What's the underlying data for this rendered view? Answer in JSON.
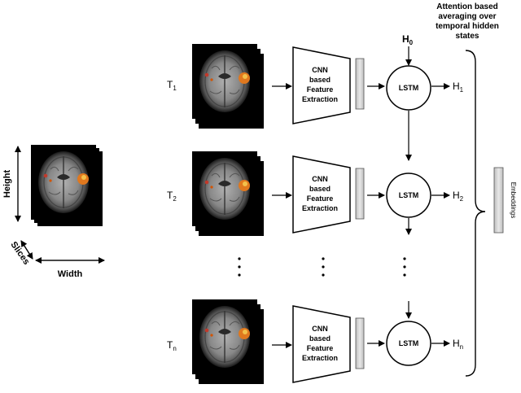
{
  "header": {
    "attention_line1": "Attention based",
    "attention_line2": "averaging over",
    "attention_line3": "temporal hidden",
    "attention_line4": "states"
  },
  "input_volume": {
    "height_label": "Height",
    "width_label": "Width",
    "slices_label": "Slices"
  },
  "initial_hidden": {
    "label": "H",
    "sub": "0"
  },
  "rows": [
    {
      "time_label": "T",
      "time_sub": "1",
      "cnn_l1": "CNN",
      "cnn_l2": "based",
      "cnn_l3": "Feature",
      "cnn_l4": "Extraction",
      "lstm_label": "LSTM",
      "h_label": "H",
      "h_sub": "1"
    },
    {
      "time_label": "T",
      "time_sub": "2",
      "cnn_l1": "CNN",
      "cnn_l2": "based",
      "cnn_l3": "Feature",
      "cnn_l4": "Extraction",
      "lstm_label": "LSTM",
      "h_label": "H",
      "h_sub": "2"
    },
    {
      "time_label": "T",
      "time_sub": "n",
      "cnn_l1": "CNN",
      "cnn_l2": "based",
      "cnn_l3": "Feature",
      "cnn_l4": "Extraction",
      "lstm_label": "LSTM",
      "h_label": "H",
      "h_sub": "n"
    }
  ],
  "embedding_label": "Embeddings",
  "colors": {
    "brain_bg": "#000000",
    "brain_tissue": "#8a8a8a",
    "activation": "#e0781e",
    "feature_bar": "#cfcfcf"
  }
}
